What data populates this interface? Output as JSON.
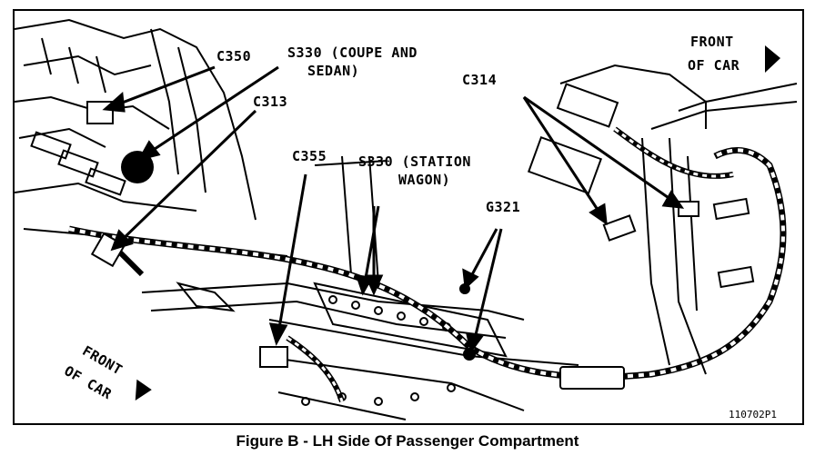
{
  "figure": {
    "caption": "Figure B - LH Side Of Passenger Compartment",
    "figure_id": "110702P1"
  },
  "labels": {
    "c350": "C350",
    "s330_coupe_line1": "S330 (COUPE AND",
    "s330_coupe_line2": "SEDAN)",
    "c313": "C313",
    "c314": "C314",
    "c355": "C355",
    "s330_wagon_line1": "S330 (STATION",
    "s330_wagon_line2": "WAGON)",
    "g321": "G321",
    "front_of_car_top_line1": "FRONT",
    "front_of_car_top_line2": "OF CAR",
    "front_of_car_bottom_line1": "FRONT",
    "front_of_car_bottom_line2": "OF CAR"
  },
  "colors": {
    "ink": "#000000",
    "paper": "#ffffff"
  }
}
